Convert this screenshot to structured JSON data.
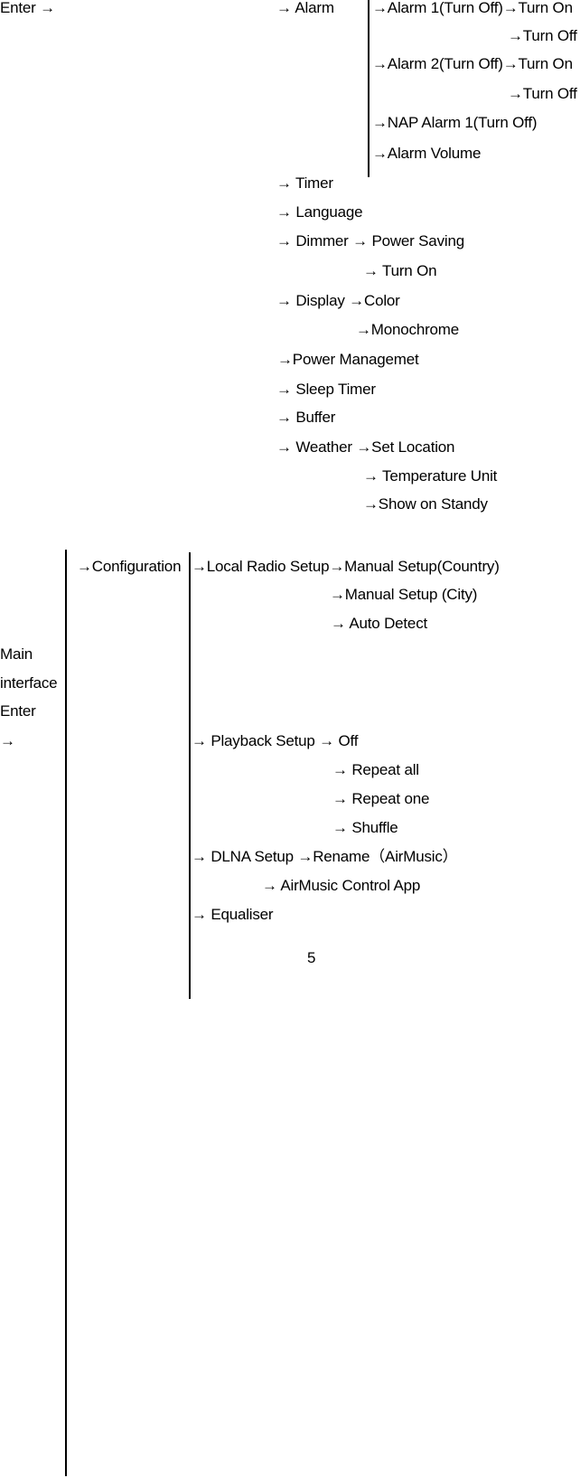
{
  "page": {
    "background": "#ffffff",
    "text_color": "#000000",
    "page_number": "5"
  },
  "labels": {
    "enter_top": "Enter →",
    "main_line1": "Main",
    "main_line2": "interface",
    "main_line3": "Enter",
    "main_line4": "→"
  },
  "settings_menu": {
    "alarm": "→ Alarm",
    "alarm_items": {
      "alarm1": "→Alarm 1(Turn Off)→Turn On",
      "alarm1_off": "→Turn Off",
      "alarm2": "→Alarm 2(Turn Off)→Turn On",
      "alarm2_off": "→Turn Off",
      "nap_alarm": "→NAP Alarm 1(Turn Off)",
      "alarm_volume": "→Alarm Volume"
    },
    "timer": "→ Timer",
    "language": "→ Language",
    "dimmer": "→ Dimmer → Power Saving",
    "dimmer_turn_on": "→ Turn On",
    "display": "→ Display →Color",
    "display_monochrome": "→Monochrome",
    "power_management": "→Power Managemet",
    "sleep_timer": "→ Sleep Timer",
    "buffer": "→ Buffer",
    "weather": "→ Weather →Set Location",
    "weather_temperature_unit": "→ Temperature Unit",
    "weather_show_on_standby": "→Show on Standy"
  },
  "configuration_menu": {
    "configuration": "→Configuration",
    "local_radio_setup": "→Local Radio Setup→Manual Setup(Country)",
    "local_radio_city": "→Manual Setup (City)",
    "local_radio_auto_detect": "→ Auto Detect",
    "playback_setup": "→ Playback Setup → Off",
    "playback_repeat_all": "→ Repeat all",
    "playback_repeat_one": "→ Repeat one",
    "playback_shuffle": "→ Shuffle",
    "dlna_setup": "→ DLNA Setup →Rename（AirMusic）",
    "dlna_airmusic_app": "→ AirMusic Control App",
    "equaliser": "→ Equaliser"
  }
}
